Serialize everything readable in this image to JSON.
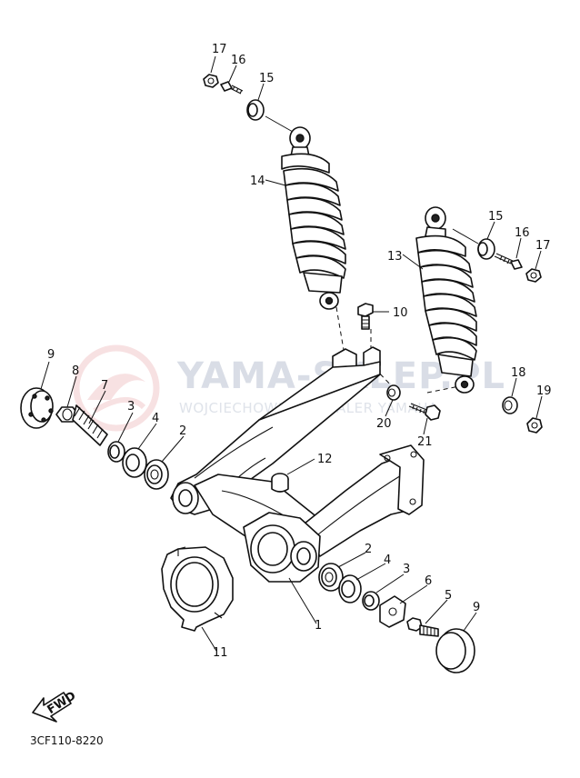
{
  "watermark": {
    "title": "YAMA-SKLEP.PL",
    "subtitle": "WOJCIECHOWICZ I DEALER YAMAHA"
  },
  "diagram_code": "3CF110-8220",
  "fwd_label": "FWD",
  "colors": {
    "line": "#111111",
    "watermark_logo": "#f2c9cc",
    "watermark_text": "#d9dde6"
  },
  "callouts": [
    {
      "id": "c17a",
      "text": "17"
    },
    {
      "id": "c16a",
      "text": "16"
    },
    {
      "id": "c15a",
      "text": "15"
    },
    {
      "id": "c14",
      "text": "14"
    },
    {
      "id": "c15b",
      "text": "15"
    },
    {
      "id": "c16b",
      "text": "16"
    },
    {
      "id": "c17b",
      "text": "17"
    },
    {
      "id": "c13",
      "text": "13"
    },
    {
      "id": "c10",
      "text": "10"
    },
    {
      "id": "c9a",
      "text": "9"
    },
    {
      "id": "c8",
      "text": "8"
    },
    {
      "id": "c7",
      "text": "7"
    },
    {
      "id": "c3a",
      "text": "3"
    },
    {
      "id": "c4a",
      "text": "4"
    },
    {
      "id": "c2a",
      "text": "2"
    },
    {
      "id": "c18",
      "text": "18"
    },
    {
      "id": "c19",
      "text": "19"
    },
    {
      "id": "c20",
      "text": "20"
    },
    {
      "id": "c21",
      "text": "21"
    },
    {
      "id": "c12",
      "text": "12"
    },
    {
      "id": "c2b",
      "text": "2"
    },
    {
      "id": "c4b",
      "text": "4"
    },
    {
      "id": "c3b",
      "text": "3"
    },
    {
      "id": "c6",
      "text": "6"
    },
    {
      "id": "c5",
      "text": "5"
    },
    {
      "id": "c9b",
      "text": "9"
    },
    {
      "id": "c1",
      "text": "1"
    },
    {
      "id": "c11",
      "text": "11"
    }
  ]
}
